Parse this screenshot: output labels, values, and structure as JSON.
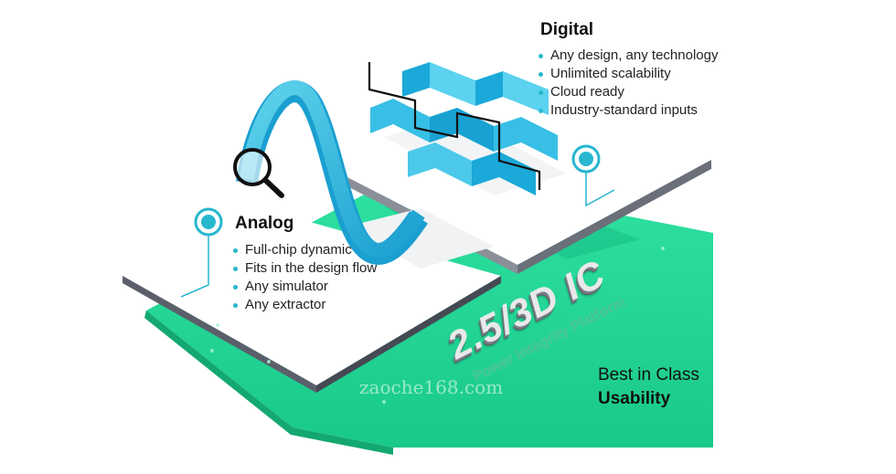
{
  "digital": {
    "title": "Digital",
    "bullets": [
      "Any design, any technology",
      "Unlimited scalability",
      "Cloud ready",
      "Industry-standard inputs"
    ]
  },
  "analog": {
    "title": "Analog",
    "bullets": [
      "Full-chip dynamic",
      "Fits in the design flow",
      "Any simulator",
      "Any extractor"
    ]
  },
  "platform": {
    "main": "2.5/3D IC",
    "sub": "Power Integrity Platform"
  },
  "tagline": {
    "line1": "Best in Class",
    "line2": "Usability"
  },
  "watermark": "zaoche168.com",
  "icons": [
    "magnifier-icon",
    "pin-icon"
  ],
  "colors": {
    "green": "#1fd895",
    "cyan": "#27b7cf",
    "gray_edge": "#5b5f6b",
    "plane": "#ffffff"
  }
}
